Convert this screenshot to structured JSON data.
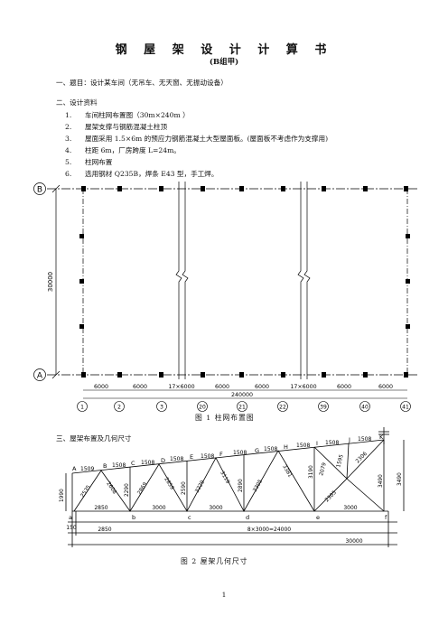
{
  "document": {
    "title": "钢 屋 架 设 计 计 算 书",
    "subtitle": "(B组甲)",
    "section1": "一、题目：设计某车间（无吊车、无天窗、无振动设备）",
    "section2": "二、设计资料",
    "items": [
      {
        "num": "1.",
        "text": "车间柱网布置图（30m×240m ）"
      },
      {
        "num": "2.",
        "text": "屋架支撑与钢筋混凝土柱顶"
      },
      {
        "num": "3.",
        "text": "屋面采用 1.5×6m 的预应力钢筋混凝土大型屋面板。(屋面板不考虑作为支撑用)"
      },
      {
        "num": "4.",
        "text": "柱距 6m，厂房跨度 L=24m。"
      },
      {
        "num": "5.",
        "text": "柱网布置"
      },
      {
        "num": "6.",
        "text": "选用钢材 Q235B，焊条 E43 型，手工焊。"
      }
    ],
    "section3": "三、屋架布置及几何尺寸",
    "page_number": "1"
  },
  "figure1": {
    "caption": "图 1      柱网布置图",
    "row_labels": [
      "B",
      "A"
    ],
    "span_label": "30000",
    "bay_labels": [
      "6000",
      "6000",
      "17×6000",
      "6000",
      "6000",
      "17×6000",
      "6000",
      "6000"
    ],
    "total_label": "240000",
    "axis_labels": [
      "1",
      "2",
      "3",
      "20",
      "21",
      "22",
      "39",
      "40",
      "41"
    ]
  },
  "figure2": {
    "caption": "图 2      屋架几何尺寸",
    "top_nodes": [
      "A",
      "B",
      "C",
      "D",
      "E",
      "F",
      "G",
      "H",
      "I",
      "J",
      "K"
    ],
    "bottom_nodes": [
      "a",
      "b",
      "c",
      "d",
      "e",
      "f"
    ],
    "top_panels": [
      "1509",
      "1508",
      "1508",
      "1508",
      "1508",
      "1508",
      "1508",
      "1508",
      "1508",
      "1508"
    ],
    "diagonals": [
      "2535",
      "2608",
      "2869",
      "2859",
      "3229",
      "3119",
      "3305",
      "3381",
      "2079",
      "1595",
      "2306",
      "2305"
    ],
    "verticals": [
      "1990",
      "2290",
      "2590",
      "2890",
      "3190",
      "3490"
    ],
    "bottom_panels": [
      "2850",
      "3000",
      "3000",
      "3000"
    ],
    "left_height": "1990",
    "end_offset": "150",
    "dim_first": "2850",
    "dim_panels": "8×3000=24000",
    "dim_total": "30000",
    "right_height": "3490"
  }
}
